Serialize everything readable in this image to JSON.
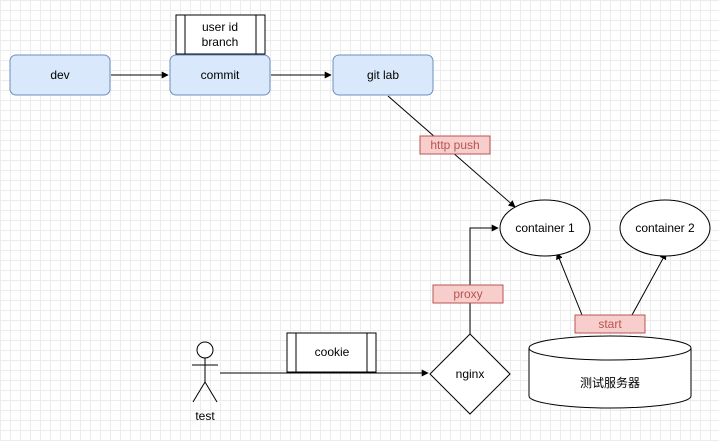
{
  "nodes": {
    "dev": "dev",
    "commit": "commit",
    "gitlab": "git lab",
    "commit_note_line1": "user id",
    "commit_note_line2": "branch",
    "container1": "container 1",
    "container2": "container 2",
    "nginx": "nginx",
    "cookie": "cookie",
    "test_server": "测试服务器",
    "actor": "test"
  },
  "edge_labels": {
    "http_push": "http push",
    "proxy": "proxy",
    "start": "start"
  },
  "colors": {
    "node_fill": "#dae8fc",
    "node_stroke": "#6c8ebf",
    "label_fill": "#f8cecc",
    "label_stroke": "#b85450"
  }
}
